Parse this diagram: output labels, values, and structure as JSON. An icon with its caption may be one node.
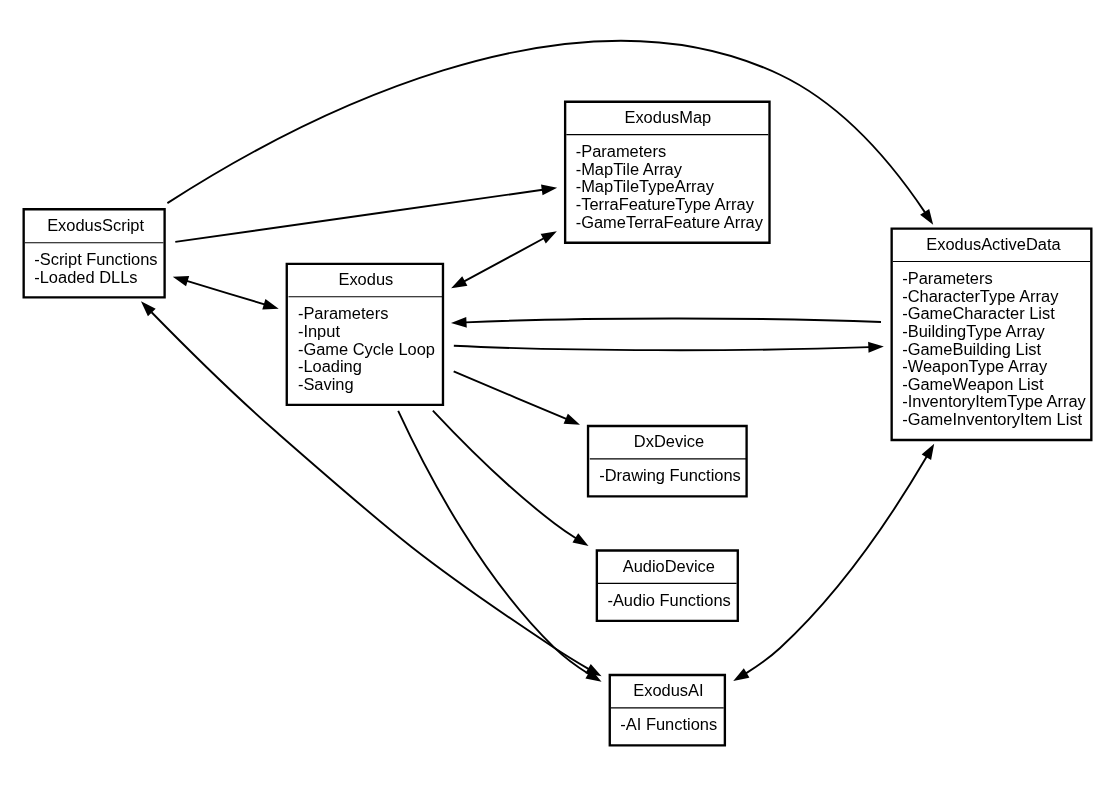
{
  "diagram": {
    "nodes": [
      {
        "text": [
          "ExodusMap",
          "-Parameters",
          "-MapTile Array",
          "-MapTileTypeArray",
          "-TerraFeatureType Array",
          "-GameTerraFeature Array"
        ]
      },
      {
        "text": [
          "ExodusScript",
          "-Script Functions",
          "-Loaded DLLs"
        ]
      },
      {
        "text": [
          "Exodus",
          "-Parameters",
          "-Input",
          "-Game Cycle Loop",
          "-Loading",
          "-Saving"
        ]
      },
      {
        "text": [
          "ExodusAI",
          "-AI Functions"
        ]
      },
      {
        "text": [
          "ExodusActiveData",
          "-Parameters",
          "-CharacterType Array",
          "-GameCharacter List",
          "-BuildingType Array",
          "-GameBuilding List",
          "-WeaponType Array",
          "-GameWeapon List",
          "-InventoryItemType Array",
          "-GameInventoryItem List"
        ]
      },
      {
        "text": [
          "DxDevice",
          "-Drawing Functions"
        ]
      },
      {
        "text": [
          "AudioDevice",
          "-Audio Functions"
        ]
      }
    ],
    "edges": [
      {
        "from": 1,
        "to": 0,
        "arrow": "to"
      },
      {
        "from": 1,
        "to": 2,
        "arrow": "both"
      },
      {
        "from": 2,
        "to": 0,
        "arrow": "both"
      },
      {
        "from": 1,
        "to": 3,
        "arrow": "both"
      },
      {
        "from": 2,
        "to": 3,
        "arrow": "to"
      },
      {
        "from": 1,
        "to": 4,
        "arrow": "to"
      },
      {
        "from": 3,
        "to": 4,
        "arrow": "both"
      },
      {
        "from": 4,
        "to": 2,
        "arrow": "to"
      },
      {
        "from": 2,
        "to": 4,
        "arrow": "to"
      },
      {
        "from": 2,
        "to": 5,
        "arrow": "to"
      },
      {
        "from": 2,
        "to": 6,
        "arrow": "to"
      }
    ]
  }
}
